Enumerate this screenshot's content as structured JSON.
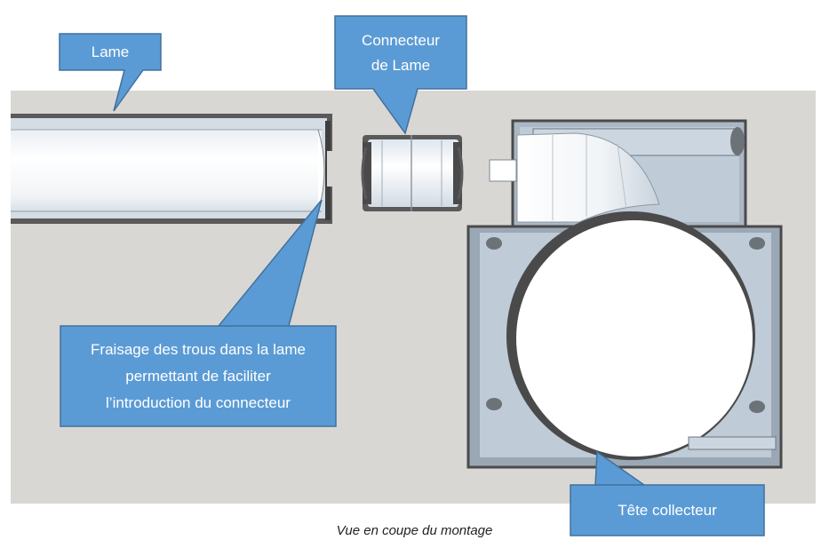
{
  "callouts": {
    "lame": "Lame",
    "connecteur": "Connecteur\nde Lame",
    "fraisage": "Fraisage des trous dans la lame\npermettant de faciliter\nl’introduction du connecteur",
    "tete": "Tête collecteur"
  },
  "caption": "Vue en coupe du montage",
  "colors": {
    "callout_fill": "#5b9bd5",
    "callout_stroke": "#41719c",
    "background_panel": "#d9d7d4",
    "part_light": "#f3f5f8",
    "part_mid": "#c9d4df",
    "part_dark": "#4a4a4a"
  }
}
